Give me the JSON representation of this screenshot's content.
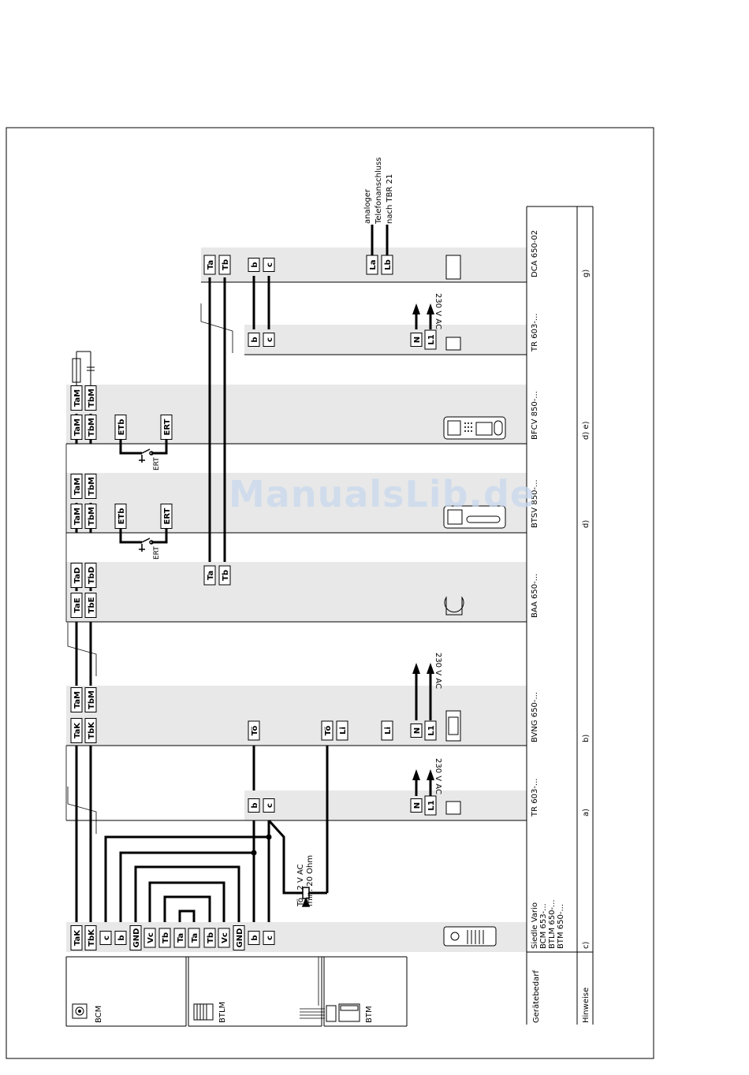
{
  "watermark": "ManualsLib.de",
  "legend": {
    "gerate_header": "Gerätebedarf",
    "hinweise_header": "Hinweise",
    "modules": [
      "BCM",
      "BTLM",
      "BTM"
    ]
  },
  "columns": [
    {
      "id": "c",
      "device": "Siedle Vario",
      "models": [
        "BCM 653-...",
        "BTLM 650-...",
        "BTM 650-..."
      ],
      "note": "c)"
    },
    {
      "id": "a",
      "device": "TR 603-...",
      "note": "a)"
    },
    {
      "id": "b",
      "device": "BVNG 650-...",
      "note": "b)"
    },
    {
      "id": "baa",
      "device": "BAA 650-...",
      "note": ""
    },
    {
      "id": "btsv",
      "device": "BTSV 850-...",
      "note": "d)"
    },
    {
      "id": "bfcv",
      "device": "BFCV 850-...",
      "note": "d) e)"
    },
    {
      "id": "tr2",
      "device": "TR 603-...",
      "note": ""
    },
    {
      "id": "dca",
      "device": "DCA 650-02",
      "note": "g)"
    }
  ],
  "terminals": {
    "bcm": [
      "TaK",
      "TbK",
      "c",
      "b",
      "GND",
      "Vc",
      "Tb",
      "Ta",
      "Ta",
      "Tb",
      "Vc",
      "GND",
      "b",
      "c"
    ],
    "tr1": [
      "b",
      "c",
      "N",
      "L1"
    ],
    "bvng": [
      "TaK",
      "TbK",
      "Tö",
      "Tö",
      "Li",
      "Li",
      "N",
      "L1",
      "TaM",
      "TbM"
    ],
    "baa": [
      "TaE",
      "TbE",
      "TaD",
      "TbD",
      "Ta",
      "Tb"
    ],
    "btsv": [
      "TaM",
      "TbM",
      "ETb",
      "ERT",
      "TaM",
      "TbM"
    ],
    "bfcv": [
      "TaM",
      "TbM",
      "ETb",
      "ERT",
      "TaM",
      "TbM"
    ],
    "tr2": [
      "b",
      "c",
      "N",
      "L1"
    ],
    "dca": [
      "Ta",
      "Tb",
      "b",
      "c",
      "La",
      "Lb"
    ]
  },
  "labels": {
    "power1": "230 V AC",
    "power2": "230 V AC",
    "power3": "230 V AC",
    "to_line1": "Tö 12 V AC",
    "to_line2": "min. 20 Ohm",
    "ert1": "ERT",
    "ert2": "ERT",
    "phone1": "analoger",
    "phone2": "Telefonanschluss",
    "phone3": "nach TBR 21"
  }
}
